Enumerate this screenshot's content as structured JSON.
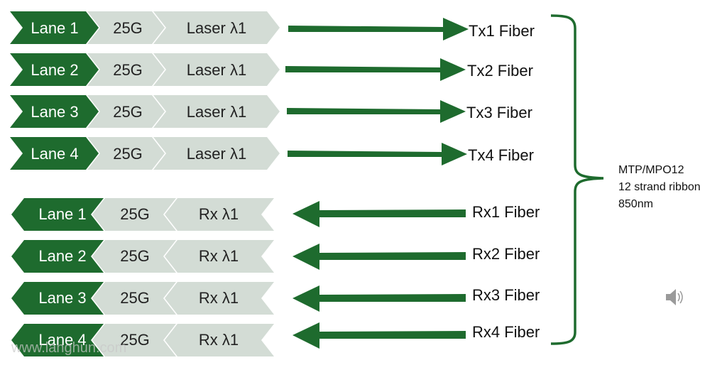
{
  "tx_rows": [
    {
      "lane": "Lane 1",
      "rate": "25G",
      "source": "Laser λ1",
      "fiber": "Tx1 Fiber"
    },
    {
      "lane": "Lane 2",
      "rate": "25G",
      "source": "Laser λ1",
      "fiber": "Tx2 Fiber"
    },
    {
      "lane": "Lane 3",
      "rate": "25G",
      "source": "Laser λ1",
      "fiber": "Tx3 Fiber"
    },
    {
      "lane": "Lane 4",
      "rate": "25G",
      "source": "Laser λ1",
      "fiber": "Tx4 Fiber"
    }
  ],
  "rx_rows": [
    {
      "lane": "Lane 1",
      "rate": "25G",
      "source": "Rx λ1",
      "fiber": "Rx1 Fiber"
    },
    {
      "lane": "Lane 2",
      "rate": "25G",
      "source": "Rx λ1",
      "fiber": "Rx2 Fiber"
    },
    {
      "lane": "Lane 3",
      "rate": "25G",
      "source": "Rx λ1",
      "fiber": "Rx3 Fiber"
    },
    {
      "lane": "Lane 4",
      "rate": "25G",
      "source": "Rx λ1",
      "fiber": "Rx4 Fiber"
    }
  ],
  "connector": {
    "line1": "MTP/MPO12",
    "line2": "12 strand ribbon",
    "line3": "850nm"
  },
  "watermark": "www.langhun.com",
  "icons": {
    "speaker": "speaker-icon"
  },
  "colors": {
    "accent_green": "#1e6b2e",
    "chevron_grey": "#d3dcd5"
  }
}
